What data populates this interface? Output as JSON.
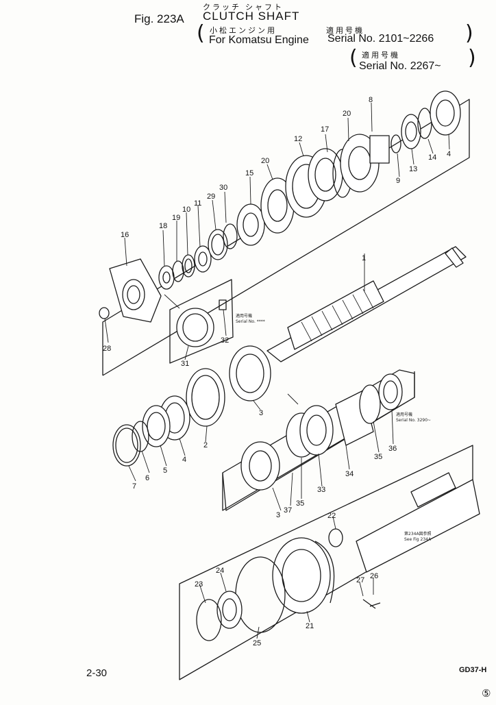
{
  "header": {
    "figure": "Fig. 223A",
    "title_jp": "クラッチ シャフト",
    "title_en": "CLUTCH SHAFT",
    "engine_jp": "小松エンジン用",
    "engine_en": "For Komatsu Engine",
    "applicable_jp_1": "適用号機",
    "serial_range_1": "Serial No. 2101~2266",
    "applicable_jp_2": "適用号機",
    "serial_range_2": "Serial No. 2267~"
  },
  "notes": {
    "note_a_jp": "適用号機",
    "note_a_en": "Serial No. ****",
    "note_b_jp": "適用号機",
    "note_b_en": "Serial No. 3290~",
    "note_c_jp": "第234A図参照",
    "note_c_en": "See Fig 234A"
  },
  "callouts": [
    "16",
    "18",
    "19",
    "10",
    "11",
    "29",
    "30",
    "15",
    "20",
    "12",
    "17",
    "20",
    "8",
    "4",
    "14",
    "13",
    "9",
    "1",
    "28",
    "31",
    "32",
    "3",
    "2",
    "4",
    "5",
    "6",
    "7",
    "36",
    "35",
    "34",
    "33",
    "35",
    "37",
    "3",
    "22",
    "24",
    "23",
    "25",
    "21",
    "27",
    "26"
  ],
  "footer": {
    "page": "2-30",
    "model": "GD37-H",
    "edition": "⑤"
  }
}
